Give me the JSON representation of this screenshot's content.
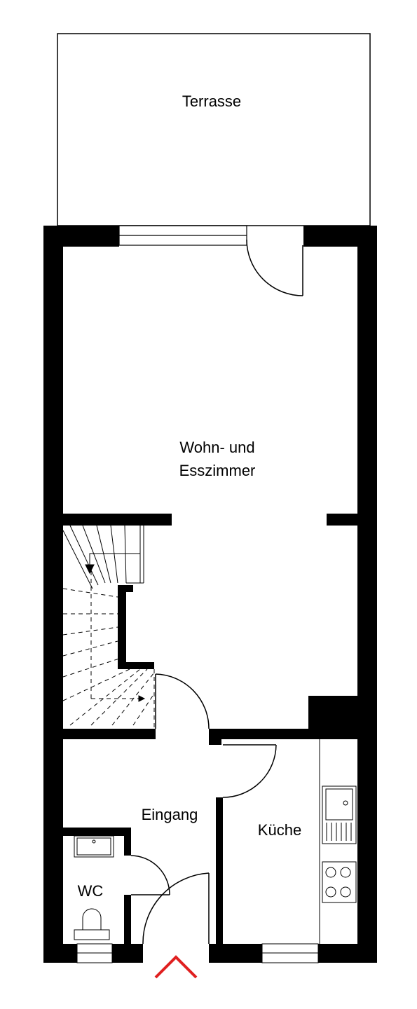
{
  "rooms": {
    "terrace": "Terrasse",
    "living_line1": "Wohn- und",
    "living_line2": "Esszimmer",
    "entrance": "Eingang",
    "kitchen": "Küche",
    "wc": "WC"
  },
  "colors": {
    "wall": "#000000",
    "line": "#000000",
    "entrance_marker": "#e02020",
    "background": "#ffffff"
  },
  "icons": [
    "stairs-icon",
    "kitchen-sink-icon",
    "cooktop-icon",
    "washbasin-icon",
    "toilet-icon",
    "entrance-arrow-icon"
  ]
}
